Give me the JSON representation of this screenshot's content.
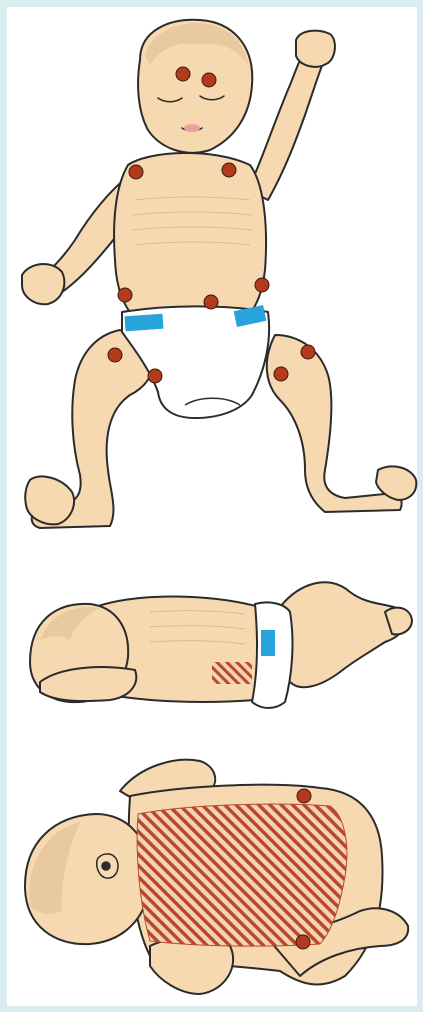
{
  "figure": {
    "panels": [
      {
        "view": "supine",
        "marks": "dots"
      },
      {
        "view": "lateral",
        "marks": "hatched-area"
      },
      {
        "view": "prone",
        "marks": "dots-and-hatched-area"
      }
    ]
  },
  "colors": {
    "skin": "#f6d9b0",
    "outline": "#2b2b2b",
    "hair": "#e8c9a0",
    "marker": "#b33a1c",
    "hatch": "#b84a2a",
    "diaper": "#ffffff",
    "diaper_tab": "#29a3dc",
    "border": "#d9ecef"
  }
}
